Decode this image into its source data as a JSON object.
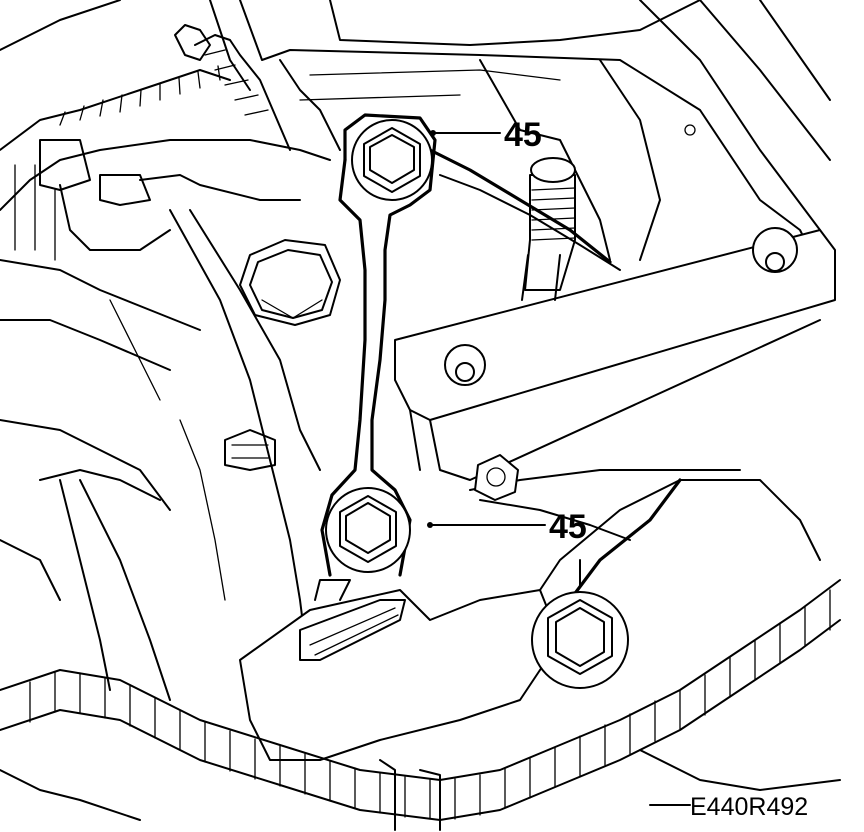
{
  "callouts": [
    {
      "id": "upper",
      "label": "45"
    },
    {
      "id": "lower",
      "label": "45"
    }
  ],
  "figure_code": "E440R492",
  "colors": {
    "ink": "#000000",
    "paper": "#ffffff"
  }
}
